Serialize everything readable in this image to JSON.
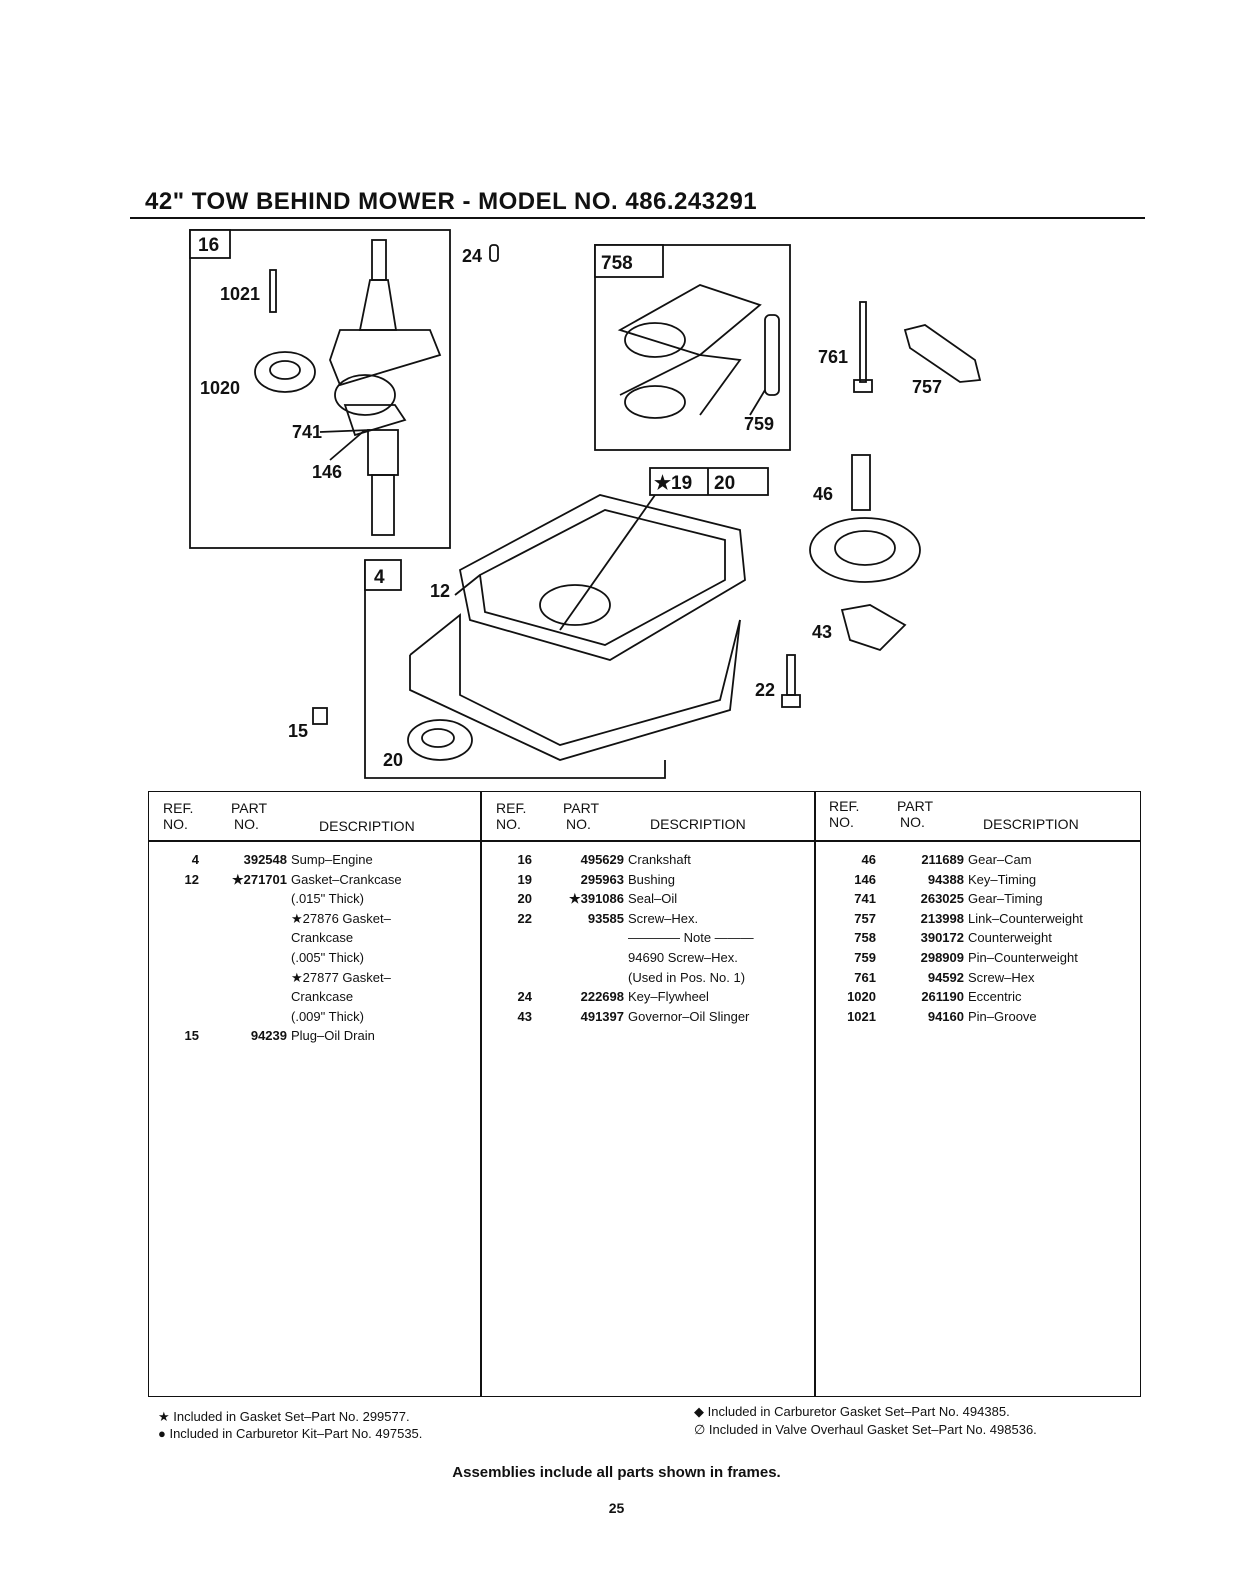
{
  "header": {
    "title": "42\" TOW BEHIND MOWER - MODEL NO. 486.243291"
  },
  "diagram": {
    "frames": {
      "crankshaft": "16",
      "counterweight": "758",
      "seal": [
        "★19",
        "20"
      ],
      "sump": "4"
    },
    "labels": {
      "l24": "24",
      "l1021": "1021",
      "l1020": "1020",
      "l741": "741",
      "l146": "146",
      "l761": "761",
      "l757": "757",
      "l759": "759",
      "l46": "46",
      "l43": "43",
      "l12": "12",
      "l22": "22",
      "l15": "15",
      "l20": "20"
    }
  },
  "table": {
    "headers": {
      "ref": [
        "REF.",
        "NO."
      ],
      "part": [
        "PART",
        "NO."
      ],
      "desc": "DESCRIPTION"
    },
    "columns": [
      {
        "rows": [
          {
            "ref": "4",
            "part": "392548",
            "desc": "Sump–Engine"
          },
          {
            "ref": "12",
            "part": "★271701",
            "desc": "Gasket–Crankcase"
          },
          {
            "ref": "",
            "part": "",
            "desc": "(.015\" Thick)"
          },
          {
            "ref": "",
            "part": "",
            "desc": "★27876 Gasket–"
          },
          {
            "ref": "",
            "part": "",
            "desc": "Crankcase"
          },
          {
            "ref": "",
            "part": "",
            "desc": "(.005\" Thick)"
          },
          {
            "ref": "",
            "part": "",
            "desc": "★27877 Gasket–"
          },
          {
            "ref": "",
            "part": "",
            "desc": "Crankcase"
          },
          {
            "ref": "",
            "part": "",
            "desc": "(.009\" Thick)"
          },
          {
            "ref": "15",
            "part": "94239",
            "desc": "Plug–Oil Drain"
          }
        ]
      },
      {
        "rows": [
          {
            "ref": "16",
            "part": "495629",
            "desc": "Crankshaft"
          },
          {
            "ref": "19",
            "part": "295963",
            "desc": "Bushing"
          },
          {
            "ref": "20",
            "part": "★391086",
            "desc": "Seal–Oil"
          },
          {
            "ref": "22",
            "part": "93585",
            "desc": "Screw–Hex."
          },
          {
            "ref": "",
            "part": "",
            "desc": "———— Note ———"
          },
          {
            "ref": "",
            "part": "",
            "desc": "94690 Screw–Hex."
          },
          {
            "ref": "",
            "part": "",
            "desc": "(Used in Pos. No. 1)"
          },
          {
            "ref": "24",
            "part": "222698",
            "desc": "Key–Flywheel"
          },
          {
            "ref": "43",
            "part": "491397",
            "desc": "Governor–Oil Slinger"
          }
        ]
      },
      {
        "rows": [
          {
            "ref": "46",
            "part": "211689",
            "desc": "Gear–Cam"
          },
          {
            "ref": "146",
            "part": "94388",
            "desc": "Key–Timing"
          },
          {
            "ref": "741",
            "part": "263025",
            "desc": "Gear–Timing"
          },
          {
            "ref": "757",
            "part": "213998",
            "desc": "Link–Counterweight"
          },
          {
            "ref": "758",
            "part": "390172",
            "desc": "Counterweight"
          },
          {
            "ref": "759",
            "part": "298909",
            "desc": "Pin–Counterweight"
          },
          {
            "ref": "761",
            "part": "94592",
            "desc": "Screw–Hex"
          },
          {
            "ref": "1020",
            "part": "261190",
            "desc": "Eccentric"
          },
          {
            "ref": "1021",
            "part": "94160",
            "desc": "Pin–Groove"
          }
        ]
      }
    ]
  },
  "footnotes": {
    "star": "★ Included in Gasket Set–Part No. 299577.",
    "dot": "● Included in Carburetor Kit–Part No. 497535.",
    "diamond": "◆ Included in Carburetor Gasket Set–Part No. 494385.",
    "slash": "∅ Included in Valve Overhaul Gasket Set–Part No. 498536.",
    "assemblies": "Assemblies include all parts shown in frames.",
    "page": "25"
  }
}
